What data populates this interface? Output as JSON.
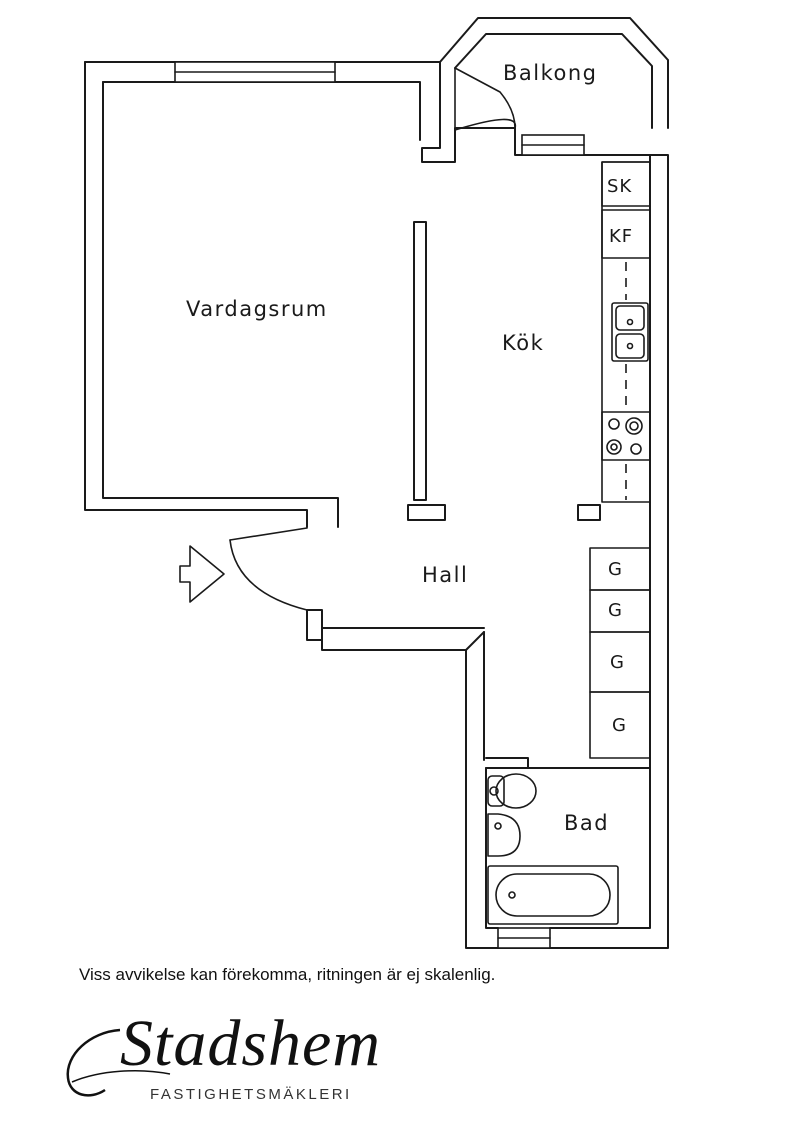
{
  "rooms": {
    "balkong": "Balkong",
    "vardagsrum": "Vardagsrum",
    "kok": "Kök",
    "hall": "Hall",
    "bad": "Bad"
  },
  "fixtures": {
    "skafferi": "SK",
    "kyl_frys": "KF",
    "garderob": [
      "G",
      "G",
      "G",
      "G"
    ]
  },
  "disclaimer": "Viss avvikelse kan förekomma, ritningen är ej skalenlig.",
  "brand": {
    "name": "Stadshem",
    "tagline": "FASTIGHETSMÄKLERI"
  }
}
